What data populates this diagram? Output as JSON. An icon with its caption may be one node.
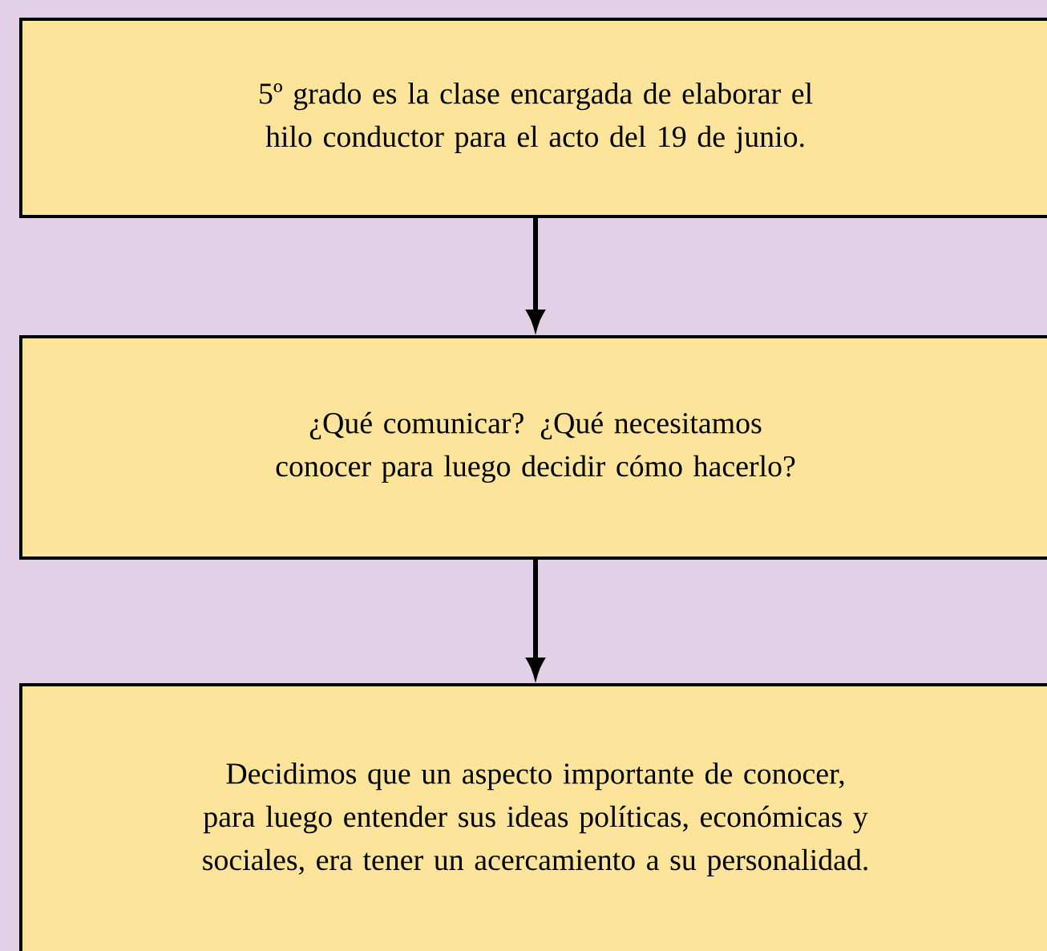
{
  "diagram": {
    "nodes": [
      {
        "text": [
          "5º grado es la clase encargada de elaborar el hilo conductor para el acto del 19 de junio."
        ]
      },
      {
        "text": [
          "¿Qué comunicar? ¿Qué necesitamos conocer para luego decidir cómo hacerlo?"
        ]
      },
      {
        "text": [
          "Decidimos que un aspecto importante de conocer, para luego entender sus ideas políticas, económicas y sociales, era tener un acercamiento a su personalidad."
        ]
      }
    ],
    "edges": [
      {
        "from": 0,
        "to": 1,
        "arrow": "to"
      },
      {
        "from": 1,
        "to": 2,
        "arrow": "to"
      }
    ]
  }
}
